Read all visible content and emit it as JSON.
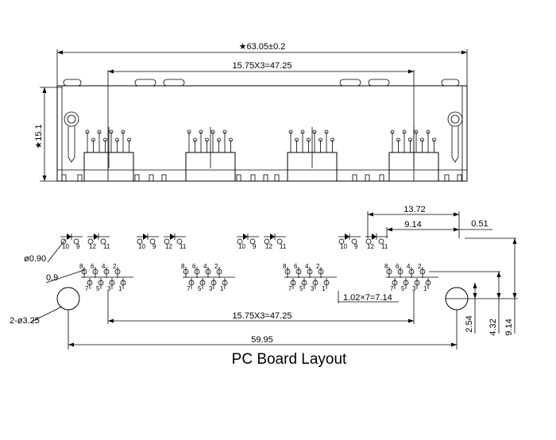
{
  "top_view": {
    "overall_width_label": "★63.05±0.2",
    "pitch_label": "15.75X3=47.25",
    "height_label": "★15.1",
    "port_count": 4
  },
  "layout_view": {
    "title": "PC Board Layout",
    "dims": {
      "d1372": "13.72",
      "d914": "9.14",
      "d051": "0.51",
      "d090": "ø0.90",
      "d09": "0.9",
      "d325": "2-ø3.25",
      "pitch_bottom": "15.75X3=47.25",
      "pin_pitch": "1.02×7=7.14",
      "overall": "59.95",
      "v254": "2.54",
      "v432": "4.32",
      "v914": "9.14"
    },
    "led_labels": [
      [
        "10",
        "9",
        "12",
        "11"
      ],
      [
        "10",
        "9",
        "12",
        "11"
      ],
      [
        "10",
        "9",
        "12",
        "11"
      ],
      [
        "10",
        "9",
        "12",
        "11"
      ]
    ],
    "pin_top_labels": [
      "8",
      "6",
      "4",
      "2"
    ],
    "pin_bottom_labels": [
      "7",
      "5",
      "3",
      "1"
    ]
  }
}
